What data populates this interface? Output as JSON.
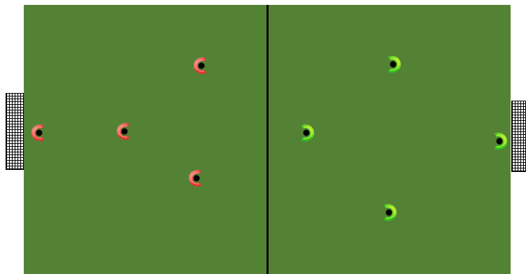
{
  "match": {
    "colors": {
      "pitch": "#548235",
      "center_line": "#000000",
      "goal_net": "#000000"
    },
    "teams": [
      {
        "name": "red",
        "color": "#e0352e",
        "highlight": "#ffb0a8",
        "facing": "left",
        "players": [
          {
            "role": "goalkeeper"
          },
          {
            "role": "defender"
          },
          {
            "role": "forward"
          },
          {
            "role": "forward"
          }
        ]
      },
      {
        "name": "green",
        "color": "#2ec81e",
        "highlight": "#f4ff3a",
        "facing": "right",
        "players": [
          {
            "role": "forward"
          },
          {
            "role": "forward"
          },
          {
            "role": "forward"
          },
          {
            "role": "goalkeeper"
          }
        ]
      }
    ]
  }
}
